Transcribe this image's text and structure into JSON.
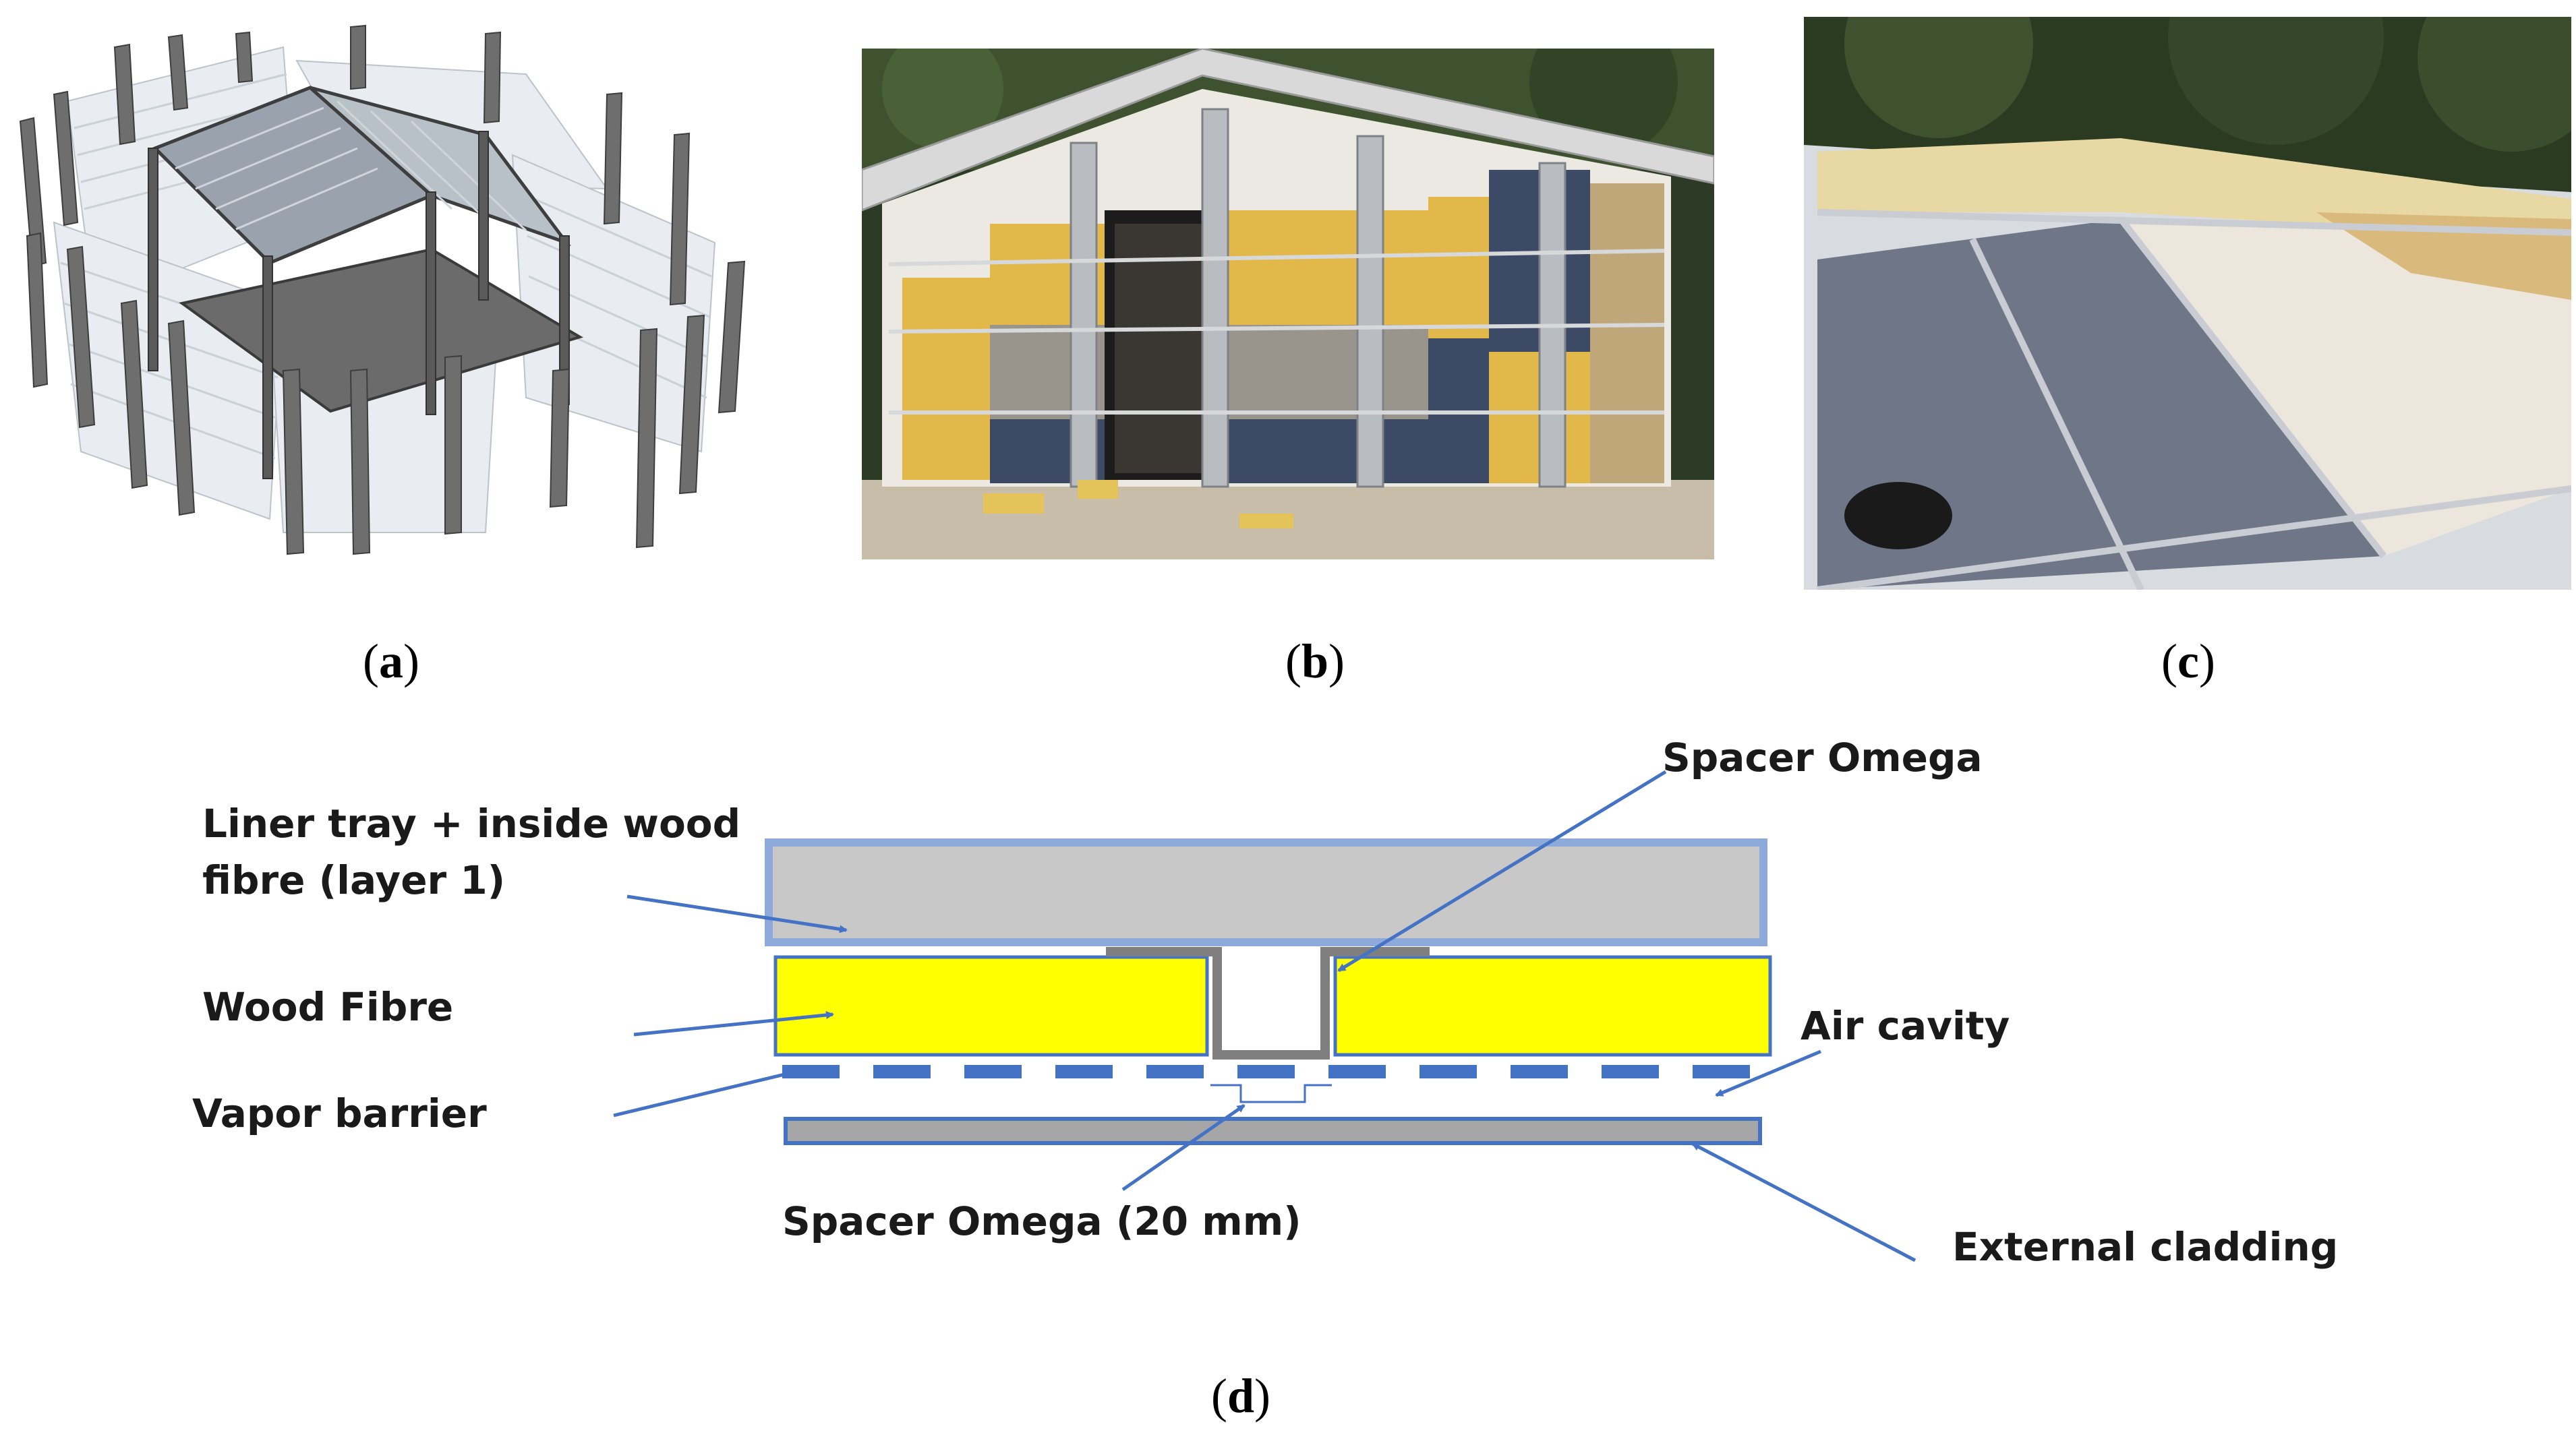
{
  "captions": {
    "a": "a",
    "b": "b",
    "c": "c",
    "d": "d"
  },
  "diagram": {
    "label_liner_line1": "Liner  tray + inside  wood",
    "label_liner_line2": "fibre (layer 1)",
    "label_wood_fibre": "Wood Fibre",
    "label_vapor_barrier": "Vapor barrier",
    "label_spacer_omega_top": "Spacer Omega",
    "label_air_cavity": "Air cavity",
    "label_spacer_omega_bottom": "Spacer Omega (20 mm)",
    "label_external_cladding": "External cladding"
  },
  "colors": {
    "arrow_blue": "#4472c4",
    "liner_fill": "#c8c8c8",
    "wood_fibre_fill": "#ffff00",
    "cladding_fill": "#a6a6a6",
    "spacer_gray": "#7f7f7f"
  }
}
